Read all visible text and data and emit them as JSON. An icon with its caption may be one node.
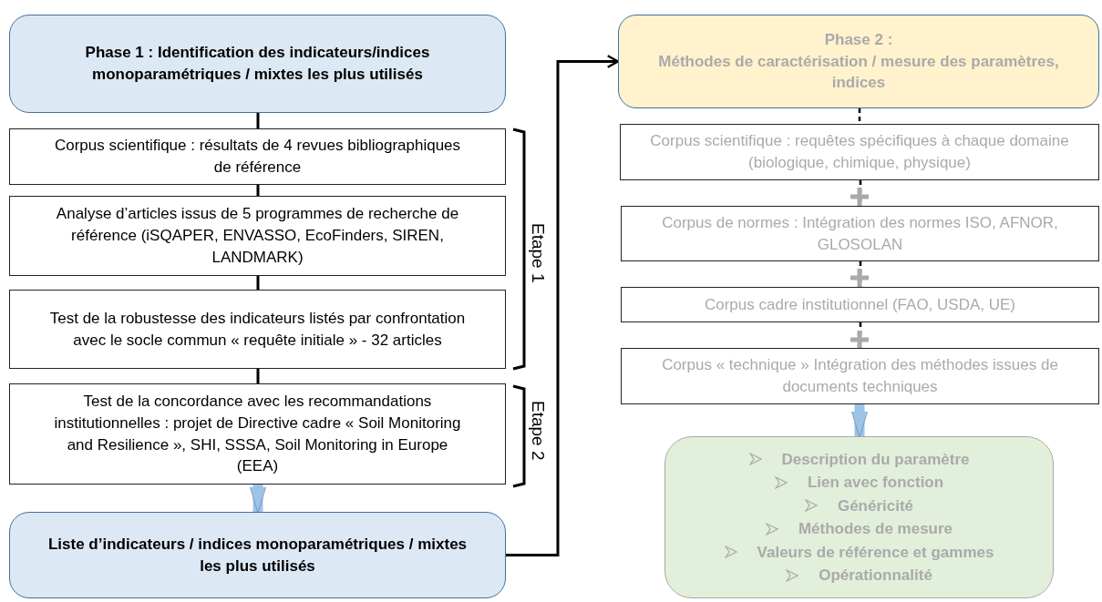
{
  "diagram": {
    "nodes": [
      {
        "text": [
          "Phase 1 : Identification des indicateurs/indices monoparamétriques / mixtes les plus utilisés"
        ]
      },
      {
        "text": [
          "Corpus scientifique : résultats de 4 revues bibliographiques de référence"
        ]
      },
      {
        "text": [
          "Analyse d’articles issus de 5 programmes de recherche de référence (iSQAPER, ENVASSO, EcoFinders, SIREN, LANDMARK)"
        ]
      },
      {
        "text": [
          "Test de la robustesse des indicateurs listés par confrontation avec le socle commun « requête initiale » - 32 articles"
        ]
      },
      {
        "text": [
          "Test de la concordance avec les recommandations institutionnelles : projet de Directive cadre « Soil Monitoring and Resilience », SHI, SSSA, Soil Monitoring in Europe (EEA)"
        ]
      },
      {
        "text": [
          "Liste d’indicateurs / indices monoparamétriques / mixtes les plus utilisés"
        ]
      },
      {
        "text": [
          "Phase 2 :",
          "Méthodes de caractérisation / mesure des paramètres, indices"
        ]
      },
      {
        "text": [
          "Corpus scientifique : requêtes spécifiques à chaque domaine (biologique, chimique, physique)"
        ]
      },
      {
        "text": [
          "Corpus de normes : Intégration des normes ISO, AFNOR, GLOSOLAN"
        ]
      },
      {
        "text": [
          "Corpus cadre institutionnel (FAO, USDA, UE)"
        ]
      },
      {
        "text": [
          "Corpus « technique » Intégration des méthodes issues de documents techniques"
        ]
      },
      {
        "text": [
          "Description du paramètre",
          "Lien avec fonction",
          "Généricité",
          "Méthodes de mesure",
          "Valeurs de référence et gammes",
          "Opérationnalité"
        ]
      }
    ],
    "edges": [
      {
        "from": 0,
        "to": 1,
        "arrow": "none"
      },
      {
        "from": 1,
        "to": 2,
        "arrow": "none"
      },
      {
        "from": 2,
        "to": 3,
        "arrow": "none"
      },
      {
        "from": 3,
        "to": 4,
        "arrow": "none"
      },
      {
        "from": 4,
        "to": 5,
        "arrow": "to",
        "style": "thick",
        "color": "#9dc3e6"
      },
      {
        "from": 5,
        "to": 6,
        "arrow": "to"
      },
      {
        "from": 6,
        "to": 7,
        "arrow": "none",
        "style": "dashed"
      },
      {
        "from": 7,
        "to": 8,
        "arrow": "none",
        "style": "dashed"
      },
      {
        "from": 8,
        "to": 9,
        "arrow": "none",
        "style": "dashed"
      },
      {
        "from": 9,
        "to": 10,
        "arrow": "none",
        "style": "dashed"
      },
      {
        "from": 10,
        "to": 11,
        "arrow": "to",
        "style": "thick",
        "color": "#9dc3e6"
      }
    ],
    "labels": [
      "Etape 1",
      "Etape 2"
    ]
  }
}
